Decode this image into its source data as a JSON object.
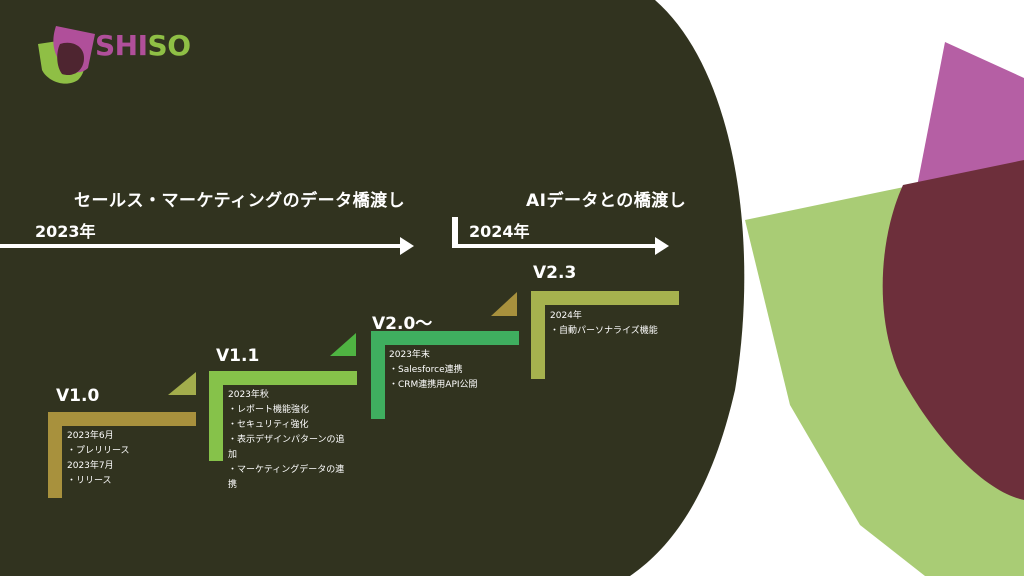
{
  "brand": {
    "name_part1": "SHI",
    "name_part2": "SO",
    "purple": "#b04f9a",
    "green": "#8fbf45"
  },
  "colors": {
    "background_dark": "#31331f",
    "stage_v10": "#a8913d",
    "stage_v11": "#86c24a",
    "stage_v20": "#3fae5f",
    "stage_v23": "#a6b24e"
  },
  "headings": {
    "left": "セールス・マーケティングのデータ橋渡し",
    "right": "AIデータとの橋渡し"
  },
  "timeline": {
    "year_1": "2023年",
    "year_2": "2024年"
  },
  "versions": [
    {
      "label": "V1.0",
      "notes": [
        "2023年6月",
        "・プレリリース",
        "2023年7月",
        "・リリース"
      ]
    },
    {
      "label": "V1.1",
      "notes": [
        "2023年秋",
        "・レポート機能強化",
        "・セキュリティ強化",
        "・表示デザインパターンの追",
        "加",
        "・マーケティングデータの連",
        "携"
      ]
    },
    {
      "label": "V2.0〜",
      "notes": [
        "2023年末",
        "・Salesforce連携",
        "・CRM連携用API公開"
      ]
    },
    {
      "label": "V2.3",
      "notes": [
        "2024年",
        "・自動パーソナライズ機能"
      ]
    }
  ]
}
